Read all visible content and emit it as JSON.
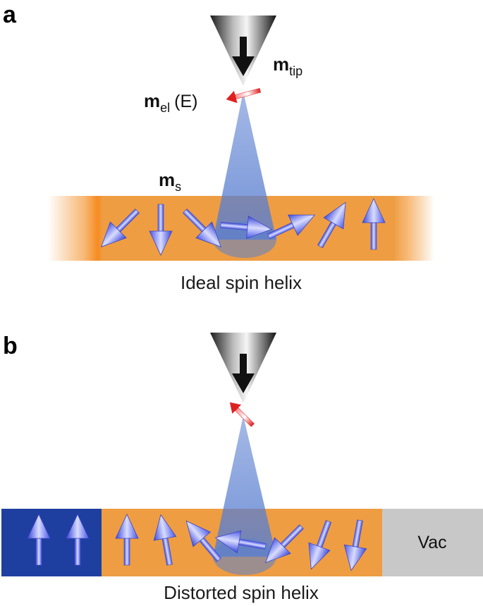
{
  "panel_a": {
    "letter": "a",
    "label_m_tip_main": "m",
    "label_m_tip_sub": "tip",
    "label_m_el_main": "m",
    "label_m_el_sub": "el",
    "label_m_el_arg": "(E)",
    "label_m_s_main": "m",
    "label_m_s_sub": "s",
    "caption": "Ideal spin helix",
    "spin_angles_deg": [
      -135,
      180,
      135,
      95,
      65,
      30,
      0
    ]
  },
  "panel_b": {
    "letter": "b",
    "caption": "Distorted spin helix",
    "vacuum_label": "Vac",
    "left_region_spin_angles_deg": [
      180,
      180
    ],
    "spin_angles_deg": [
      180,
      170,
      140,
      100,
      45,
      20,
      10
    ]
  },
  "colors": {
    "orange_region": "#EE9D42",
    "blue_region": "#1F3FA0",
    "vacuum_region": "#C8C8C8",
    "tunnel_cone": "#5A7FD0",
    "arrow_tip_electron": "#E02020",
    "spin_arrow": "#6B78F0"
  }
}
